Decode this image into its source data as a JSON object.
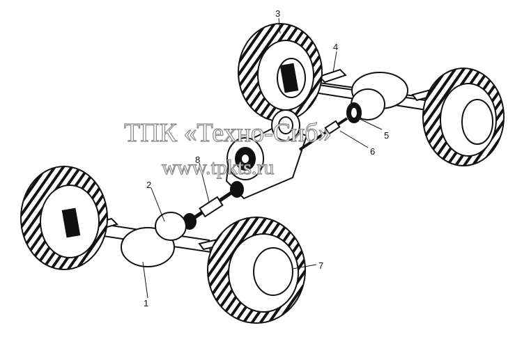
{
  "figure": {
    "background": "#ffffff",
    "ink": "#111111",
    "callouts": [
      "1",
      "2",
      "3",
      "4",
      "5",
      "6",
      "7",
      "8"
    ]
  },
  "watermark": {
    "line1": "ТПК «Техно-Сиб»",
    "line2": "www.tpkts.ru",
    "color": "#8a8a8a"
  }
}
